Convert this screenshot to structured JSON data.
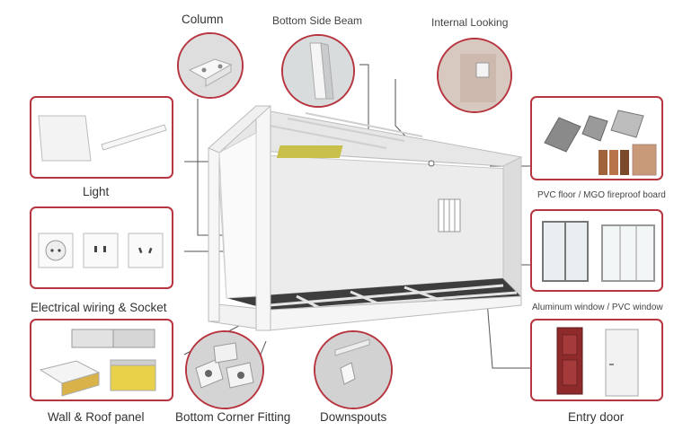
{
  "labels": {
    "column": "Column",
    "bottom_side_beam": "Bottom Side Beam",
    "internal_looking": "Internal Looking",
    "light": "Light",
    "electrical": "Electrical wiring & Socket",
    "wall_roof_panel": "Wall & Roof panel",
    "bottom_corner_fitting": "Bottom Corner Fitting",
    "downspouts": "Downspouts",
    "pvc_floor": "PVC floor / MGO fireproof board",
    "window": "Aluminum window / PVC window",
    "entry_door": "Entry door"
  },
  "colors": {
    "accent": "#b6353f",
    "frame": "#f4f4f4",
    "door": "#8e2a2a"
  }
}
